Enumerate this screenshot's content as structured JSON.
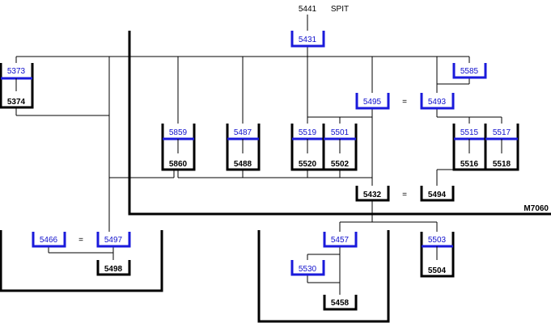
{
  "top": {
    "code": "5441",
    "tag": "SPIT"
  },
  "frame_label": "M7060",
  "eq": "=",
  "nodes": {
    "n5431": "5431",
    "n5373": "5373",
    "n5374": "5374",
    "n5585": "5585",
    "n5495": "5495",
    "n5493": "5493",
    "n5859": "5859",
    "n5860": "5860",
    "n5487": "5487",
    "n5488": "5488",
    "n5519": "5519",
    "n5520": "5520",
    "n5501": "5501",
    "n5502": "5502",
    "n5515": "5515",
    "n5516": "5516",
    "n5517": "5517",
    "n5518": "5518",
    "n5432": "5432",
    "n5494": "5494",
    "n5466": "5466",
    "n5497": "5497",
    "n5498": "5498",
    "n5457": "5457",
    "n5530": "5530",
    "n5458": "5458",
    "n5503": "5503",
    "n5504": "5504"
  }
}
